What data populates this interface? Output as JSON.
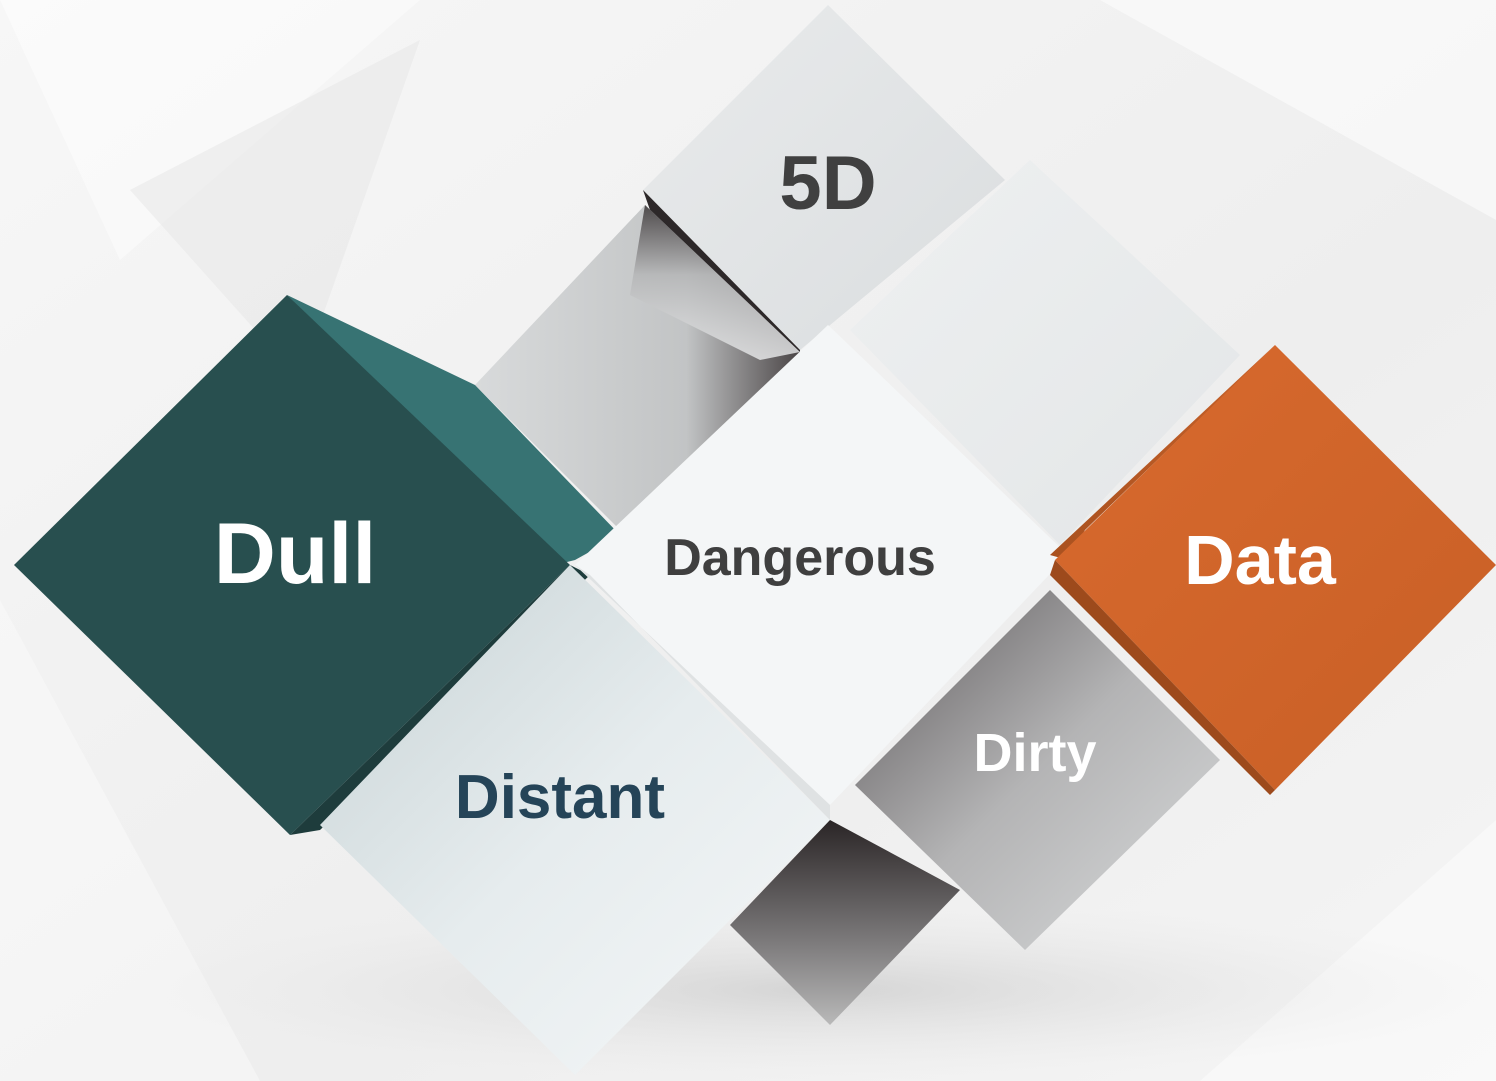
{
  "diagram": {
    "tiles": {
      "top": {
        "label": "5D",
        "color": "#e3e5e6",
        "text_color": "#404040"
      },
      "left": {
        "label": "Dull",
        "color": "#284f4f",
        "side_color": "#377373",
        "text_color": "#ffffff"
      },
      "center": {
        "label": "Dangerous",
        "color": "#f4f6f7",
        "text_color": "#3f3f3f"
      },
      "right": {
        "label": "Data",
        "color": "#d2642a",
        "text_color": "#ffffff"
      },
      "bottom_left": {
        "label": "Distant",
        "color": "#eef2f3",
        "text_color": "#254458"
      },
      "bottom_right": {
        "label": "Dirty",
        "color": "#a5a5a5",
        "text_color": "#ffffff"
      }
    }
  }
}
